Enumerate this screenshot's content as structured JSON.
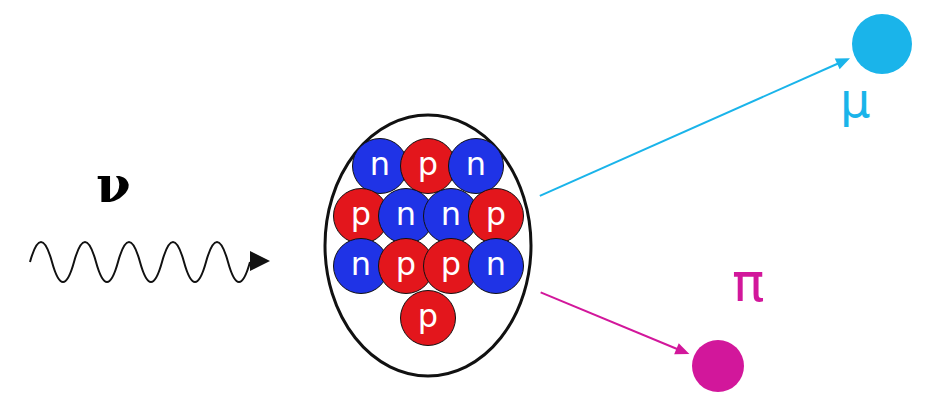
{
  "diagram": {
    "nodes": [
      {
        "text": []
      },
      {
        "text": [
          "n"
        ],
        "in": 0
      },
      {
        "text": [
          "p"
        ],
        "in": 0
      },
      {
        "text": [
          "n"
        ],
        "in": 0
      },
      {
        "text": [
          "p"
        ],
        "in": 0
      },
      {
        "text": [
          "n"
        ],
        "in": 0
      },
      {
        "text": [
          "n"
        ],
        "in": 0
      },
      {
        "text": [
          "p"
        ],
        "in": 0
      },
      {
        "text": [
          "n"
        ],
        "in": 0
      },
      {
        "text": [
          "p"
        ],
        "in": 0
      },
      {
        "text": [
          "p"
        ],
        "in": 0
      },
      {
        "text": [
          "n"
        ],
        "in": 0
      },
      {
        "text": [
          "p"
        ],
        "in": 0
      },
      {
        "text": [
          "μ"
        ]
      },
      {
        "text": [
          "π"
        ]
      }
    ],
    "edges": [
      {
        "from": 0,
        "to": 13,
        "arrow": "to"
      },
      {
        "from": 0,
        "to": 14,
        "arrow": "to"
      }
    ],
    "labels": [
      "ν"
    ]
  }
}
